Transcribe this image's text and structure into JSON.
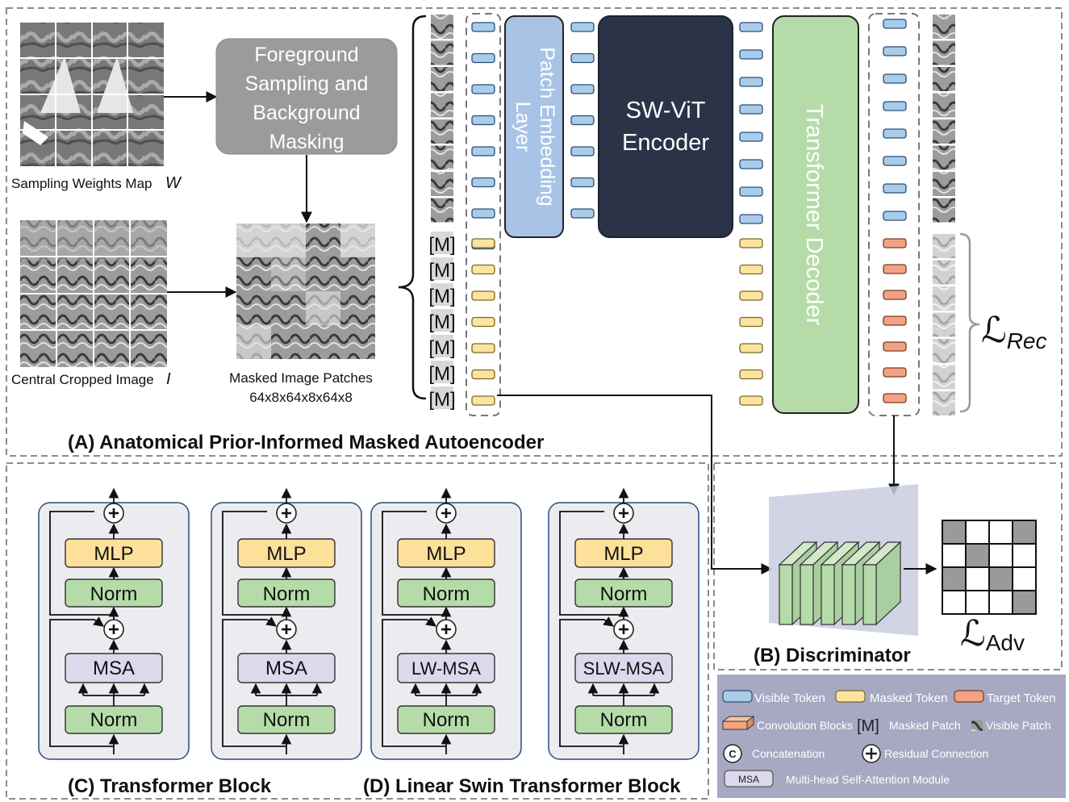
{
  "section_a": {
    "title": "(A) Anatomical Prior-Informed Masked Autoencoder",
    "sampling_caption": "Sampling Weights Map",
    "sampling_symbol": "W",
    "image_caption": "Central Cropped Image",
    "image_symbol": "I",
    "fg_box": [
      "Foreground",
      "Sampling and",
      "Background",
      "Masking"
    ],
    "masked_caption": [
      "Masked Image Patches",
      "64x8x64x8x64x8"
    ],
    "mask_token": "[M]",
    "patch_embed": [
      "Patch Embedding",
      "Layer"
    ],
    "encoder": [
      "SW-ViT",
      "Encoder"
    ],
    "decoder": "Transformer Decoder",
    "loss_rec_main": "ℒ",
    "loss_rec_sub": "Rec"
  },
  "section_b": {
    "title": "(B) Discriminator",
    "loss_adv_main": "ℒ",
    "loss_adv_sub": "Adv"
  },
  "blocks": {
    "c_title": "(C) Transformer Block",
    "d_title": "(D) Linear Swin Transformer Block",
    "mlp": "MLP",
    "norm": "Norm",
    "msa": "MSA",
    "lw_msa": "LW-MSA",
    "slw_msa": "SLW-MSA",
    "plus": "+"
  },
  "legend": {
    "visible_token": "Visible Token",
    "masked_token": "Masked Token",
    "target_token": "Target Token",
    "conv_blocks": "Convolution Blocks",
    "masked_patch_symbol": "[M]",
    "masked_patch": "Masked Patch",
    "visible_patch": "Visible Patch",
    "concat_symbol": "C",
    "concatenation": "Concatenation",
    "residual": "Residual Connection",
    "msa_symbol": "MSA",
    "msa_desc": "Multi-head Self-Attention Module"
  },
  "colors": {
    "visible_token": "#a9cce9",
    "masked_token": "#fbe3a0",
    "target_token": "#f2a383",
    "mlp": "#fde09a",
    "norm": "#b5dca8",
    "msa": "#dcd9ec",
    "encoder": "#2b3447",
    "patch_embed": "#a9c3e6",
    "decoder": "#b5dca8",
    "legend_bg": "#a7a9c3"
  }
}
